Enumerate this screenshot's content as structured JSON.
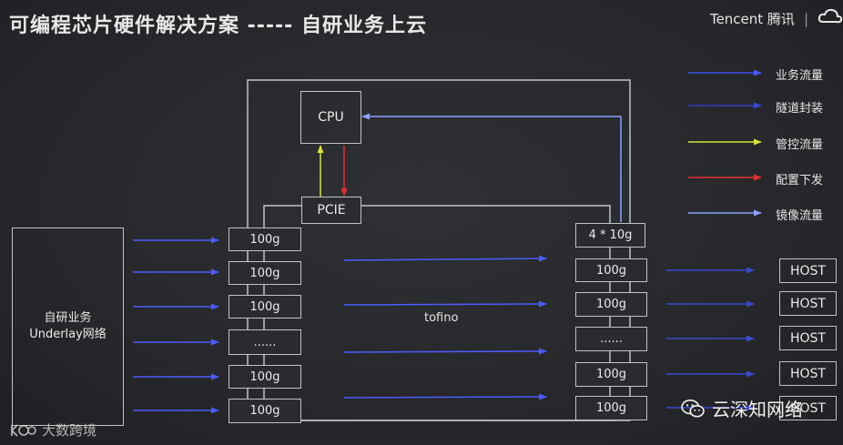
{
  "title": "可编程芯片硬件解决方案 ----- 自研业务上云",
  "brand": {
    "name": "Tencent 腾讯",
    "separator": "|"
  },
  "diagram": {
    "cpu_label": "CPU",
    "pcie_label": "PCIE",
    "chip_label": "tofino",
    "underlay_line1": "自研业务",
    "underlay_line2": "Underlay网络",
    "left_ports": [
      "100g",
      "100g",
      "100g",
      "......",
      "100g",
      "100g"
    ],
    "right_ports": [
      "4 * 10g",
      "100g",
      "100g",
      "......",
      "100g",
      "100g"
    ],
    "hosts": [
      "HOST",
      "HOST",
      "HOST",
      "HOST",
      "HOST"
    ]
  },
  "legend": [
    {
      "label": "业务流量",
      "color": "#3b4cf0",
      "style": "solid"
    },
    {
      "label": "隧道封装",
      "color": "#3043c8",
      "style": "dark"
    },
    {
      "label": "管控流量",
      "color": "#d6e23a",
      "style": "solid"
    },
    {
      "label": "配置下发",
      "color": "#e03030",
      "style": "solid"
    },
    {
      "label": "镜像流量",
      "color": "#6d8bff",
      "style": "light"
    }
  ],
  "watermarks": {
    "left": "大数跨境",
    "right": "云深知网络"
  },
  "icons": {
    "cloud_logo": "cloud-logo-icon",
    "wechat": "wechat-icon",
    "left_logo": "kdo-logo-icon"
  }
}
